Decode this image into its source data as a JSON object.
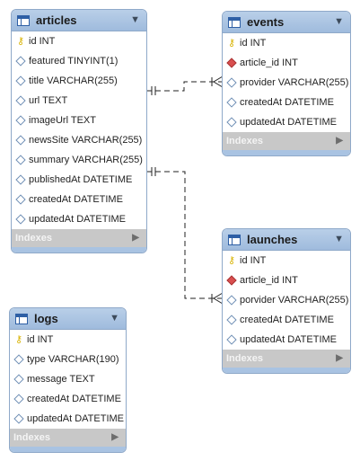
{
  "tables": {
    "articles": {
      "name": "articles",
      "footer": "Indexes",
      "columns": [
        {
          "name": "id INT",
          "key": "primary"
        },
        {
          "name": "featured TINYINT(1)",
          "key": "none"
        },
        {
          "name": "title VARCHAR(255)",
          "key": "none"
        },
        {
          "name": "url TEXT",
          "key": "none"
        },
        {
          "name": "imageUrl TEXT",
          "key": "none"
        },
        {
          "name": "newsSite VARCHAR(255)",
          "key": "none"
        },
        {
          "name": "summary VARCHAR(255)",
          "key": "none"
        },
        {
          "name": "publishedAt DATETIME",
          "key": "none"
        },
        {
          "name": "createdAt DATETIME",
          "key": "none"
        },
        {
          "name": "updatedAt DATETIME",
          "key": "none"
        }
      ]
    },
    "events": {
      "name": "events",
      "footer": "Indexes",
      "columns": [
        {
          "name": "id INT",
          "key": "primary"
        },
        {
          "name": "article_id INT",
          "key": "foreign"
        },
        {
          "name": "provider VARCHAR(255)",
          "key": "none"
        },
        {
          "name": "createdAt DATETIME",
          "key": "none"
        },
        {
          "name": "updatedAt DATETIME",
          "key": "none"
        }
      ]
    },
    "launches": {
      "name": "launches",
      "footer": "Indexes",
      "columns": [
        {
          "name": "id INT",
          "key": "primary"
        },
        {
          "name": "article_id INT",
          "key": "foreign"
        },
        {
          "name": "porvider VARCHAR(255)",
          "key": "none"
        },
        {
          "name": "createdAt DATETIME",
          "key": "none"
        },
        {
          "name": "updatedAt DATETIME",
          "key": "none"
        }
      ]
    },
    "logs": {
      "name": "logs",
      "footer": "Indexes",
      "columns": [
        {
          "name": "id INT",
          "key": "primary"
        },
        {
          "name": "type VARCHAR(190)",
          "key": "none"
        },
        {
          "name": "message TEXT",
          "key": "none"
        },
        {
          "name": "createdAt DATETIME",
          "key": "none"
        },
        {
          "name": "updatedAt DATETIME",
          "key": "none"
        }
      ]
    }
  },
  "relations": [
    {
      "from": "articles",
      "to": "events",
      "type": "one-to-many"
    },
    {
      "from": "articles",
      "to": "launches",
      "type": "one-to-many"
    }
  ],
  "colors": {
    "header": "#a9c3e2",
    "border": "#8fa9c9",
    "footer": "#c8c8c8",
    "foreign_key": "#d94f4f",
    "primary_key": "#d8b200"
  },
  "icons": {
    "table": "table-icon",
    "collapse": "collapse-arrow-icon",
    "primary": "key-icon",
    "foreign": "foreign-key-diamond-icon",
    "column": "column-diamond-icon",
    "footer": "expand-arrow-icon"
  }
}
